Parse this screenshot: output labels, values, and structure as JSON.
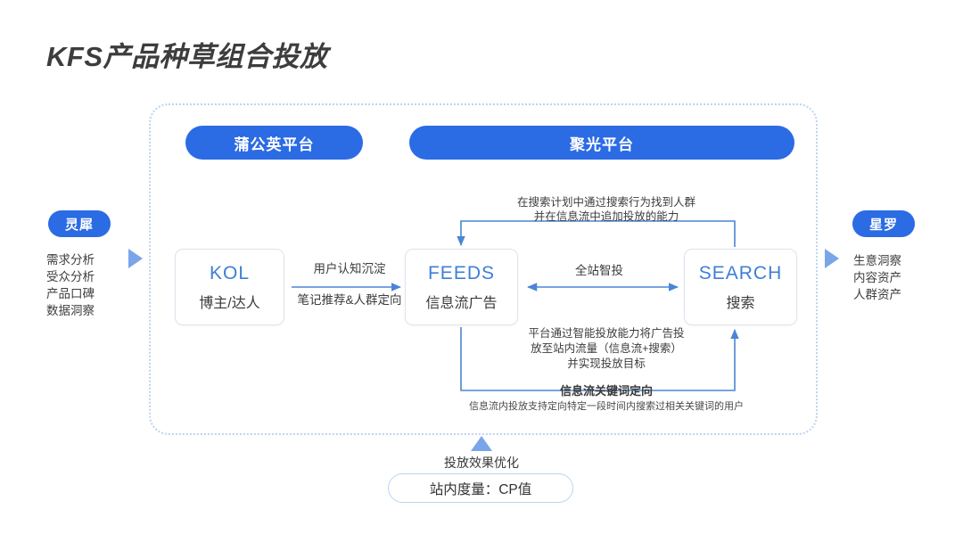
{
  "page": {
    "title": "KFS产品种草组合投放"
  },
  "platforms": [
    {
      "id": "dandelion",
      "label": "蒲公英平台"
    },
    {
      "id": "spotlight",
      "label": "聚光平台"
    }
  ],
  "side_left": {
    "pill_label": "灵犀",
    "items": [
      "需求分析",
      "受众分析",
      "产品口碑",
      "数据洞察"
    ]
  },
  "side_right": {
    "pill_label": "星罗",
    "items": [
      "生意洞察",
      "内容资产",
      "人群资产"
    ]
  },
  "nodes": [
    {
      "id": "kol",
      "en": "KOL",
      "cn": "博主/达人"
    },
    {
      "id": "feeds",
      "en": "FEEDS",
      "cn": "信息流广告"
    },
    {
      "id": "search",
      "en": "SEARCH",
      "cn": "搜索"
    }
  ],
  "edges": {
    "kol_to_feeds_top": "用户认知沉淀",
    "kol_to_feeds_bottom": "笔记推荐&人群定向",
    "feeds_search_bidirectional": "全站智投",
    "search_to_feeds_note_line1": "在搜索计划中通过搜索行为找到人群",
    "search_to_feeds_note_line2": "并在信息流中追加投放的能力",
    "smart_delivery_line1": "平台通过智能投放能力将广告投",
    "smart_delivery_line2": "放至站内流量（信息流+搜索）",
    "smart_delivery_line3": "并实现投放目标",
    "keyword_targeting_title": "信息流关键词定向",
    "keyword_targeting_sub": "信息流内投放支持定向特定一段时间内搜索过相关关键词的用户"
  },
  "bottom": {
    "optimize_label": "投放效果优化",
    "metric_label": "站内度量：CP值"
  },
  "colors": {
    "brand_blue": "#2b6be4",
    "node_blue": "#3e7fd6",
    "arrow_blue": "#4a86d4",
    "triangle_blue": "#7aa5e8",
    "dotted_border": "#bcd4ef",
    "text_dark": "#3b3b3b"
  }
}
